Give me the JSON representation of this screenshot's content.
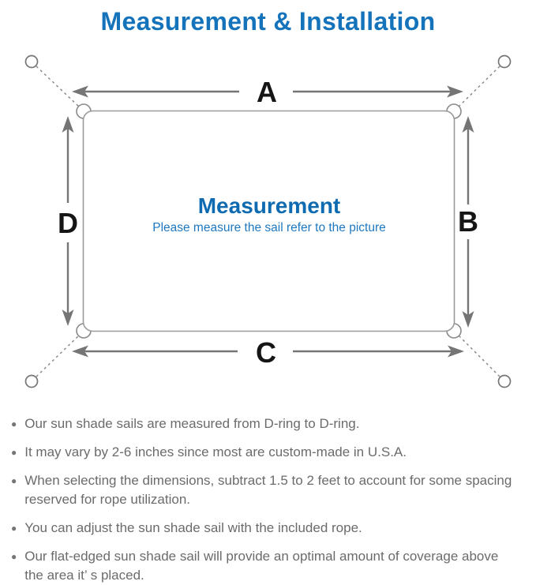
{
  "page_title": "Measurement & Installation",
  "colors": {
    "title_blue": "#1573bb",
    "center_blue": "#0e6bb1",
    "subtitle_blue": "#1e78c0",
    "label_black": "#151515",
    "line_gray": "#757575",
    "border_gray": "#9a9a9a",
    "text_gray": "#6b6b6b"
  },
  "diagram": {
    "labels": {
      "top": "A",
      "right": "B",
      "bottom": "C",
      "left": "D"
    },
    "center_title": "Measurement",
    "center_subtitle": "Please measure the sail refer to the picture"
  },
  "bullets": [
    {
      "lines": [
        "Our sun shade sails are measured from D-ring to D-ring."
      ]
    },
    {
      "lines": [
        "It may vary by 2-6 inches since most are custom-made in U.S.A."
      ]
    },
    {
      "lines": [
        "When selecting the dimensions, subtract 1.5 to 2 feet to account for some spacing",
        "reserved for rope utilization."
      ]
    },
    {
      "lines": [
        "You can adjust the sun shade sail with the included rope."
      ]
    },
    {
      "lines": [
        "Our flat-edged sun shade sail will provide an optimal amount of coverage above",
        "the area it’ s placed."
      ]
    }
  ]
}
